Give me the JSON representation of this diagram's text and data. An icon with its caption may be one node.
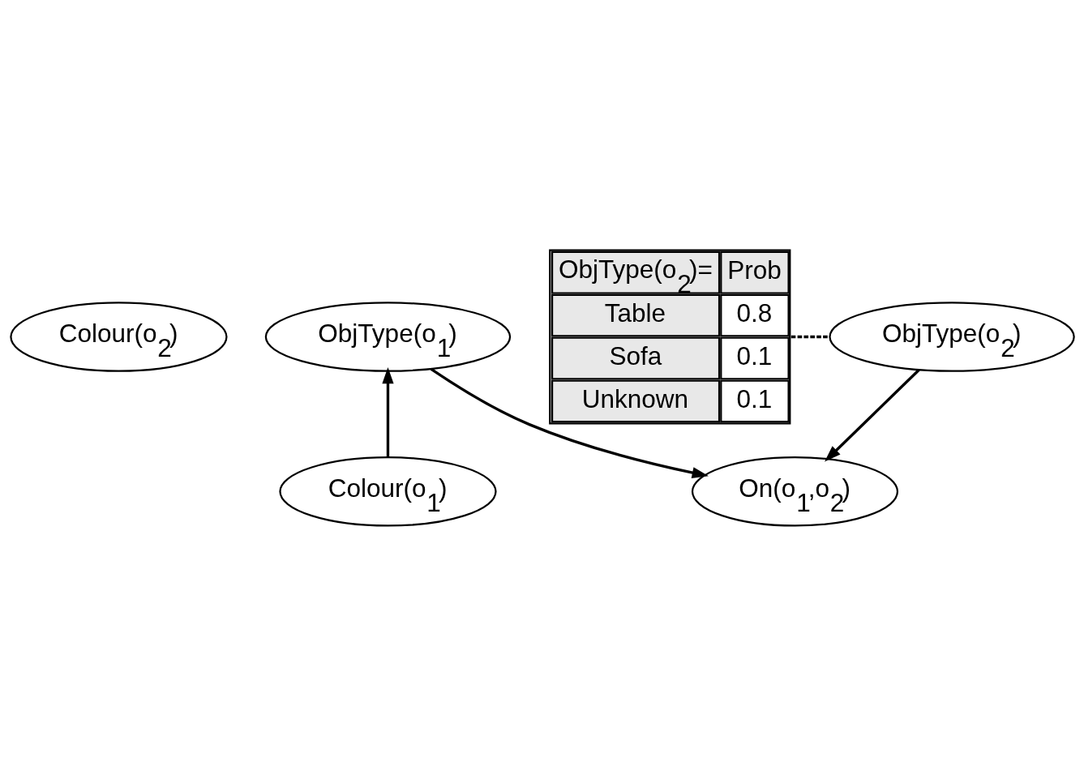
{
  "diagram": {
    "nodes": [
      {
        "text": [
          "Colour(o$_{2}$)"
        ]
      },
      {
        "text": [
          "ObjType(o$_{1}$)"
        ]
      },
      {
        "text": [
          "Colour(o$_{1}$)"
        ]
      },
      {
        "text": [
          "On(o$_{1}$,o$_{2}$)"
        ]
      },
      {
        "text": [
          "ObjType(o$_{2}$)=",
          "Prob",
          "Table",
          "0.8",
          "Sofa",
          "0.1",
          "Unknown",
          "0.1"
        ]
      },
      {
        "text": [
          "ObjType(o$_{2}$)"
        ]
      }
    ],
    "edges": [
      {
        "from": 2,
        "to": 1,
        "arrow": "to"
      },
      {
        "from": 1,
        "to": 3,
        "arrow": "to"
      },
      {
        "from": 5,
        "to": 3,
        "arrow": "to"
      },
      {
        "from": 4,
        "to": 5,
        "arrow": "none",
        "style": "dashed"
      }
    ]
  }
}
